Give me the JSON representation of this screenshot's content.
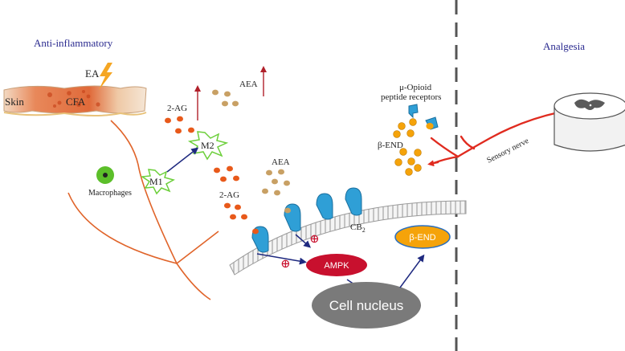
{
  "titles": {
    "anti_inflammatory": "Anti-inflammatory",
    "analgesia": "Analgesia"
  },
  "skin": {
    "skin_label": "Skin",
    "cfa_label": "CFA",
    "ea_label": "EA"
  },
  "cells": {
    "macrophages_label": "Macrophages",
    "m1_label": "M1",
    "m2_label": "M2"
  },
  "molecules": {
    "ag_top_label": "2-AG",
    "aea_top_label": "AEA",
    "aea_mid_label": "AEA",
    "ag_mid_label": "2-AG",
    "beta_end_label": "β-END"
  },
  "receptors": {
    "opioid_line1": "μ-Opioid",
    "opioid_line2": "peptide receptors",
    "cb2_label": "CB",
    "cb2_subscript": "2"
  },
  "signaling": {
    "ampk_label": "AMPK",
    "nucleus_label": "Cell nucleus",
    "beta_end_node_label": "β-END",
    "plus_symbol": "⊕"
  },
  "nerve": {
    "sensory_nerve_label": "Sensory nerve"
  },
  "colors": {
    "title_blue": "#2a2a8f",
    "arrow_red": "#b0202a",
    "arrow_navy": "#1f2a80",
    "dot_orange": "#e8591a",
    "dot_tan": "#c8a064",
    "receptor_blue": "#2f9fd6",
    "ampk_red": "#c8102e",
    "nucleus_gray": "#7a7a7a",
    "beta_end_orange": "#f5a30a",
    "nerve_red": "#e02b1f",
    "bracket_orange": "#e0642a",
    "macrophage_green": "#5cbf2a",
    "m_cell_green": "#6ccf3a"
  }
}
